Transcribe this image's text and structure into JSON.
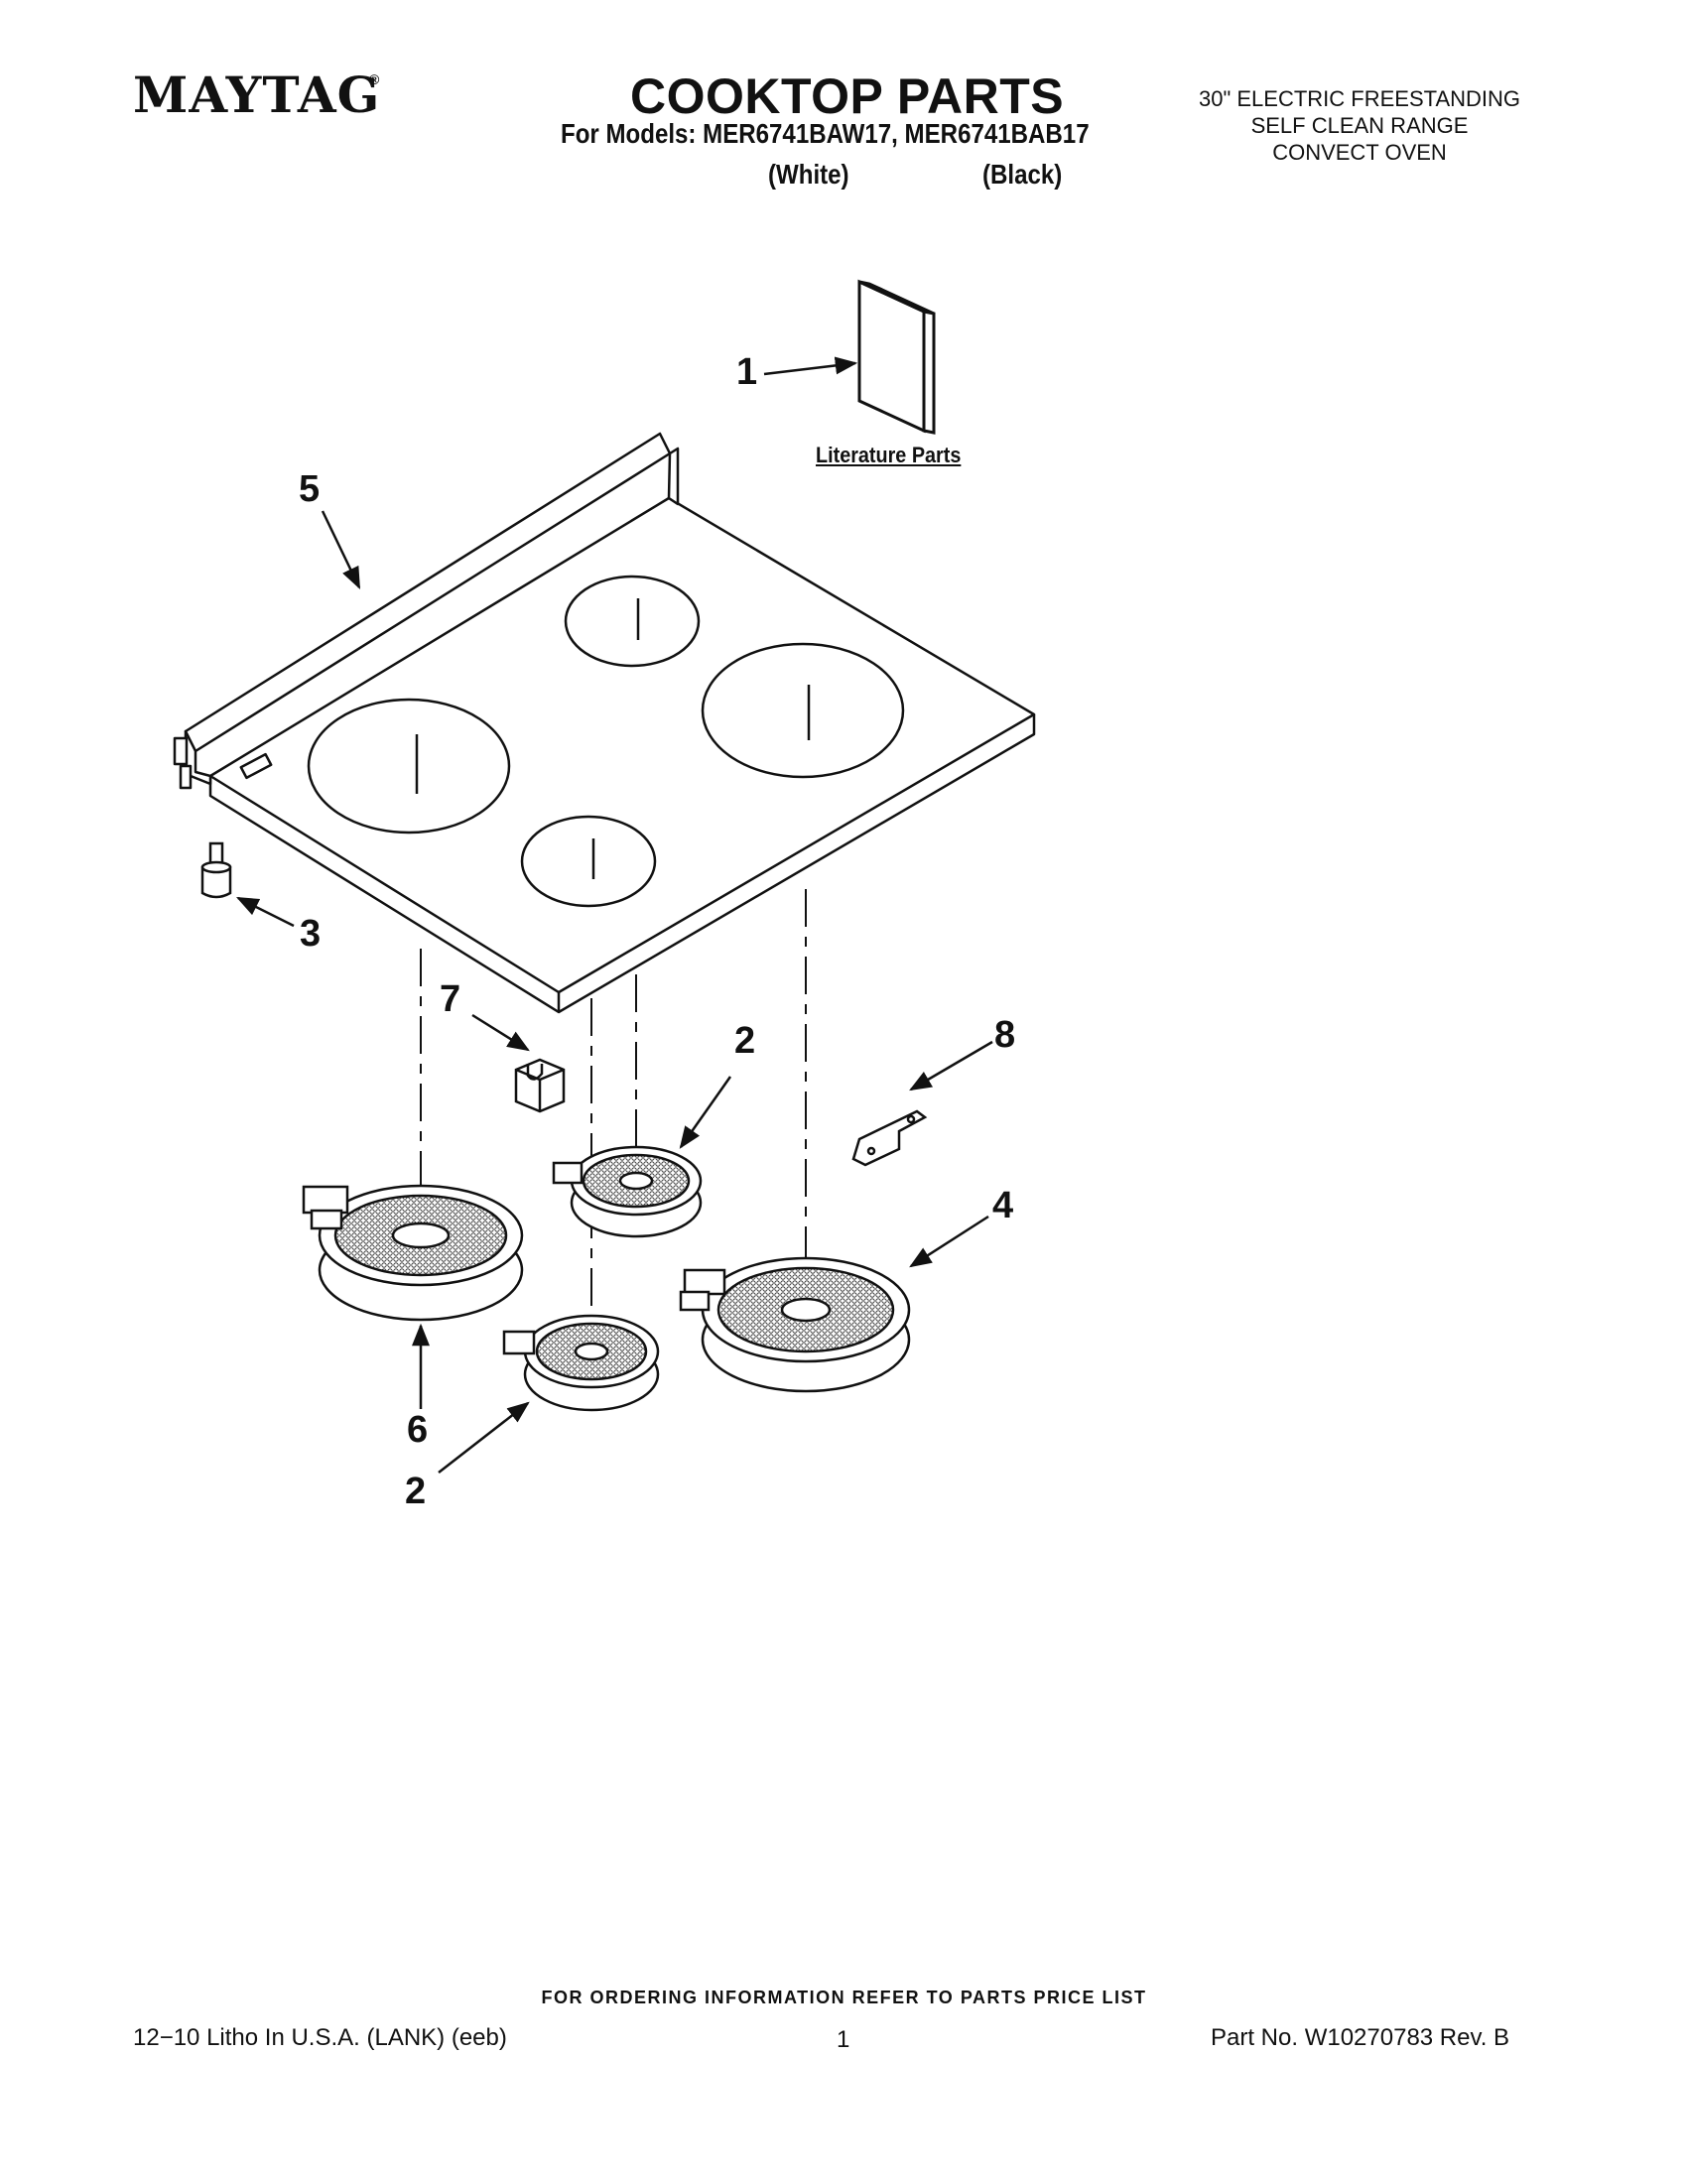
{
  "header": {
    "brand": "MAYTAG",
    "brand_mark": "®",
    "title": "COOKTOP PARTS",
    "models_line": "For Models: MER6741BAW17, MER6741BAB17",
    "finish_white": "(White)",
    "finish_black": "(Black)",
    "description": [
      "30\" ELECTRIC FREESTANDING",
      "SELF CLEAN RANGE",
      "CONVECT OVEN"
    ]
  },
  "diagram": {
    "literature_label": "Literature Parts",
    "callouts": {
      "c1": "1",
      "c2a": "2",
      "c2b": "2",
      "c3": "3",
      "c4": "4",
      "c5": "5",
      "c6": "6",
      "c7": "7",
      "c8": "8"
    }
  },
  "footer": {
    "ordering_note": "FOR ORDERING INFORMATION REFER TO PARTS PRICE LIST",
    "litho": "12−10 Litho In U.S.A. (LANK) (eeb)",
    "page": "1",
    "part_no": "Part No. W10270783 Rev. B"
  }
}
